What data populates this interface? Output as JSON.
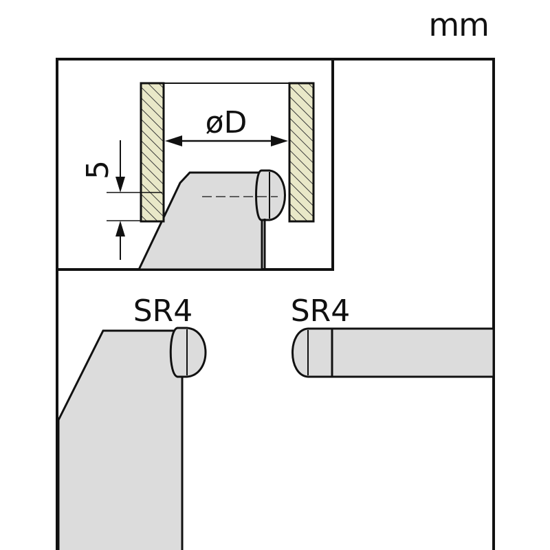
{
  "unit_label": "mm",
  "inset": {
    "diameter_label": "øD",
    "offset_label": "5"
  },
  "anvil": {
    "tip_label": "SR4"
  },
  "spindle": {
    "tip_label": "SR4"
  },
  "colors": {
    "line": "#111111",
    "body_fill": "#dcdcdc",
    "ring_fill": "#e9e8c8",
    "hatch": "#3a3a3a",
    "background": "#ffffff"
  }
}
